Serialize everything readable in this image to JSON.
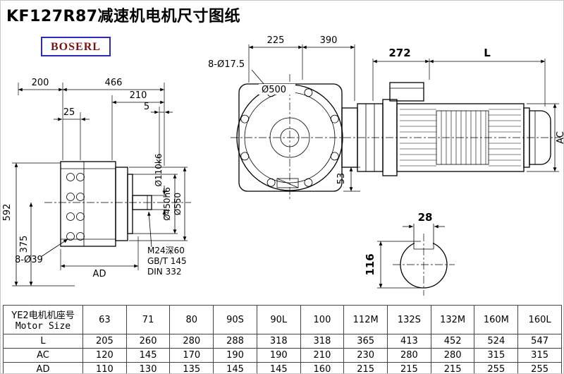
{
  "title": "KF127R87减速机电机尺寸图纸",
  "logo": "BOSERL",
  "d": {
    "side": {
      "d200": "200",
      "d466": "466",
      "d210": "210",
      "d5": "5",
      "d25": "25",
      "d592": "592",
      "d375": "375",
      "bolts": "8-Ø39",
      "ad": "AD",
      "tap1": "M24深60",
      "tap2": "GB/T 145",
      "tap3": "DIN 332",
      "d110": "Ø110k6",
      "d450": "Ø450h6",
      "d550": "Ø550"
    },
    "front": {
      "d225": "225",
      "d390": "390",
      "d272": "272",
      "dL": "L",
      "bolts": "8-Ø17.5",
      "d500": "Ø500",
      "d53": "53",
      "ac": "AC"
    },
    "shaft": {
      "d28": "28",
      "d116": "116"
    }
  },
  "table": {
    "header_cn": "YE2电机机座号",
    "header_en": "Motor Size",
    "sizes": [
      "63",
      "71",
      "80",
      "90S",
      "90L",
      "100",
      "112M",
      "132S",
      "132M",
      "160M",
      "160L"
    ],
    "rows": [
      {
        "label": "L",
        "values": [
          "205",
          "260",
          "280",
          "288",
          "318",
          "318",
          "365",
          "413",
          "452",
          "524",
          "547"
        ]
      },
      {
        "label": "AC",
        "values": [
          "120",
          "145",
          "170",
          "190",
          "190",
          "210",
          "230",
          "280",
          "280",
          "315",
          "315"
        ]
      },
      {
        "label": "AD",
        "values": [
          "110",
          "130",
          "135",
          "145",
          "145",
          "160",
          "215",
          "215",
          "215",
          "255",
          "255"
        ]
      }
    ]
  },
  "colors": {
    "logo_text": "#7a1111",
    "logo_border": "#2b2bb8",
    "line": "#000000"
  }
}
